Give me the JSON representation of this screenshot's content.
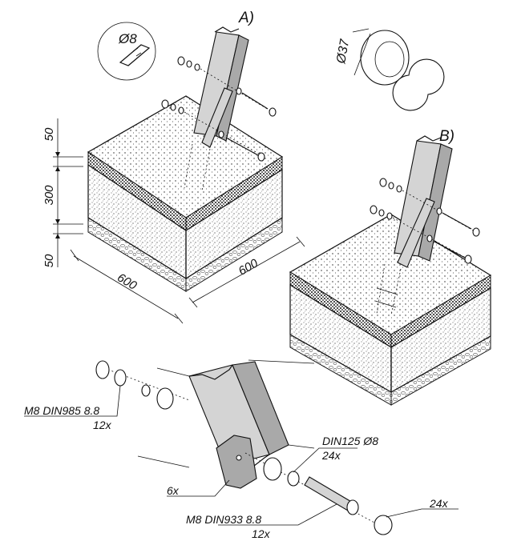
{
  "labels": {
    "variant_a": "A)",
    "variant_b": "B)",
    "drill": "Ø8",
    "cap_dia": "Ø37",
    "dim_top": "50",
    "dim_mid": "300",
    "dim_bot": "50",
    "width_left": "600",
    "width_right": "600",
    "nut_spec": "M8  DIN985  8.8",
    "nut_qty": "12x",
    "washer_spec": "DIN125   Ø8",
    "washer_qty": "24x",
    "bracket_qty": "6x",
    "bolt_spec": "M8  DIN933  8.8",
    "bolt_qty": "12x",
    "cap_qty": "24x"
  }
}
